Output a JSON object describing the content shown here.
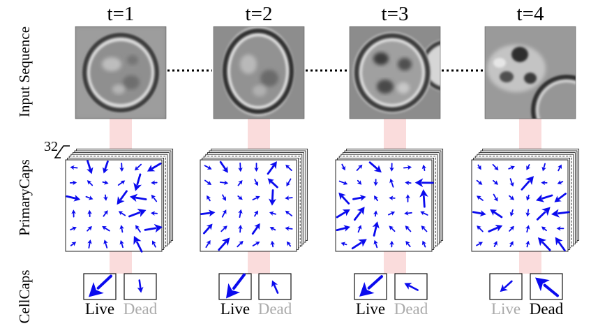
{
  "row_labels": {
    "input": "Input Sequence",
    "primary": "PrimaryCaps",
    "cell": "CellCaps"
  },
  "stack_count_label": "32",
  "colors": {
    "arrow": "#0a0aee",
    "active_label": "#000000",
    "inactive_label": "#aaaaaa",
    "connector": "#fadcdc",
    "frame": "#222222"
  },
  "timesteps": [
    {
      "label": "t=1",
      "classes": [
        {
          "name": "Live",
          "active": true,
          "dx": -0.8,
          "dy": 0.75
        },
        {
          "name": "Dead",
          "active": false,
          "dx": 0.06,
          "dy": 0.45
        }
      ]
    },
    {
      "label": "t=2",
      "classes": [
        {
          "name": "Live",
          "active": true,
          "dx": -0.65,
          "dy": 0.85
        },
        {
          "name": "Dead",
          "active": false,
          "dx": -0.2,
          "dy": -0.45
        }
      ]
    },
    {
      "label": "t=3",
      "classes": [
        {
          "name": "Live",
          "active": true,
          "dx": -0.8,
          "dy": 0.72
        },
        {
          "name": "Dead",
          "active": false,
          "dx": -0.48,
          "dy": -0.25
        }
      ]
    },
    {
      "label": "t=4",
      "classes": [
        {
          "name": "Live",
          "active": false,
          "dx": -0.42,
          "dy": 0.38
        },
        {
          "name": "Dead",
          "active": true,
          "dx": -0.8,
          "dy": -0.65
        }
      ]
    }
  ]
}
